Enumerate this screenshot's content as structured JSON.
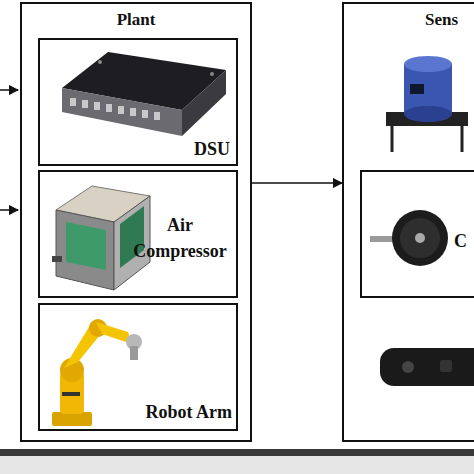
{
  "diagram": {
    "nodes": [
      {
        "text": [
          "Plant"
        ]
      },
      {
        "text": [
          "DSU"
        ],
        "in": 0
      },
      {
        "text": [
          "Air Compressor"
        ],
        "in": 0
      },
      {
        "text": [
          "Robot Arm"
        ],
        "in": 0
      },
      {
        "text": [
          "Sens"
        ]
      },
      {
        "text": [
          "C"
        ],
        "in": 4
      }
    ],
    "edges": [
      {
        "from": 0,
        "to": 4,
        "arrow": "to"
      }
    ]
  }
}
